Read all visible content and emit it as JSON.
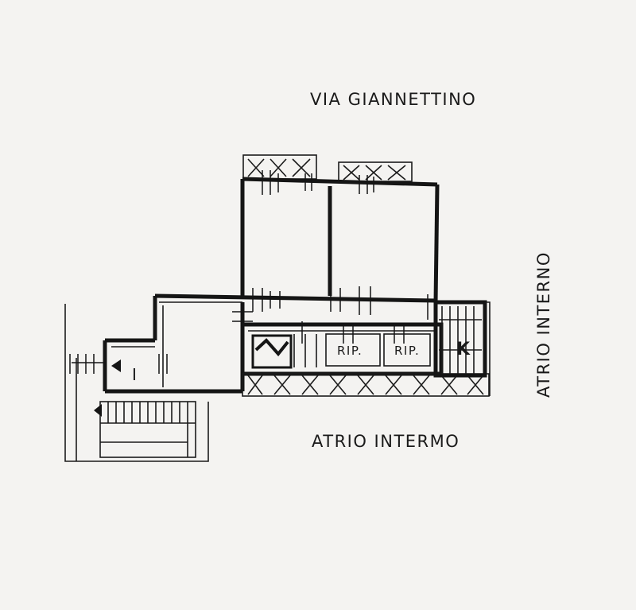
{
  "labels": {
    "street_top": "VIA GIANNETTINO",
    "atrium_right": "ATRIO INTERNO",
    "atrium_bottom": "ATRIO INTERMO",
    "storage_1": "RIP.",
    "storage_2": "RIP.",
    "stair_marker": "I",
    "corner_marker": "K"
  },
  "colors": {
    "paper": "#f4f3f1",
    "ink": "#151515"
  }
}
